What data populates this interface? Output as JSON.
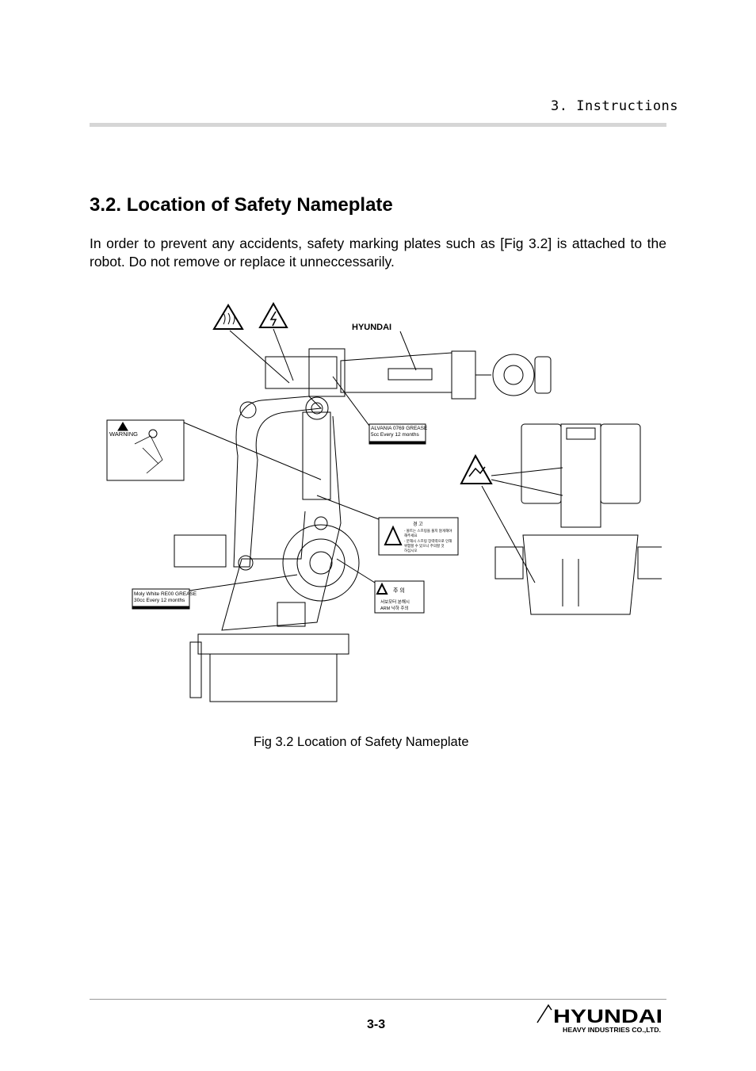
{
  "header": {
    "section": "3. Instructions"
  },
  "section": {
    "title": "3.2. Location of Safety Nameplate",
    "paragraph": "In order to prevent any accidents, safety marking plates such as [Fig 3.2] is attached to the robot. Do not remove or replace it unneccessarily."
  },
  "figure": {
    "caption": "Fig 3.2 Location of Safety Nameplate",
    "labels": {
      "hyundai": "HYUNDAI",
      "warning": "WARNING",
      "grease_top_line1": "ALVANIA 0769 GREASE",
      "grease_top_line2": "5cc Every 12 months",
      "grease_left_line1": "Moly White RE00 GREASE",
      "grease_left_line2": "30cc Every 12 months",
      "caution_kr_title": "주 의",
      "caution_kr_line1": "서보모터 분해시",
      "caution_kr_line2": "ARM 낙하 주의",
      "warning_kr_title": "경 고",
      "warning_kr_line1": "- 볼트는 스프링을 풀지 않게해야",
      "warning_kr_line2": "  해주세요",
      "warning_kr_line3": "- 분해시 스프링 장력력으로 인해",
      "warning_kr_line4": "  위험할 수 있으니 주의할 것",
      "warning_kr_line5": "  하십시오"
    }
  },
  "footer": {
    "page_number": "3-3",
    "logo_name": "HYUNDAI",
    "logo_sub": "HEAVY INDUSTRIES CO.,LTD."
  }
}
